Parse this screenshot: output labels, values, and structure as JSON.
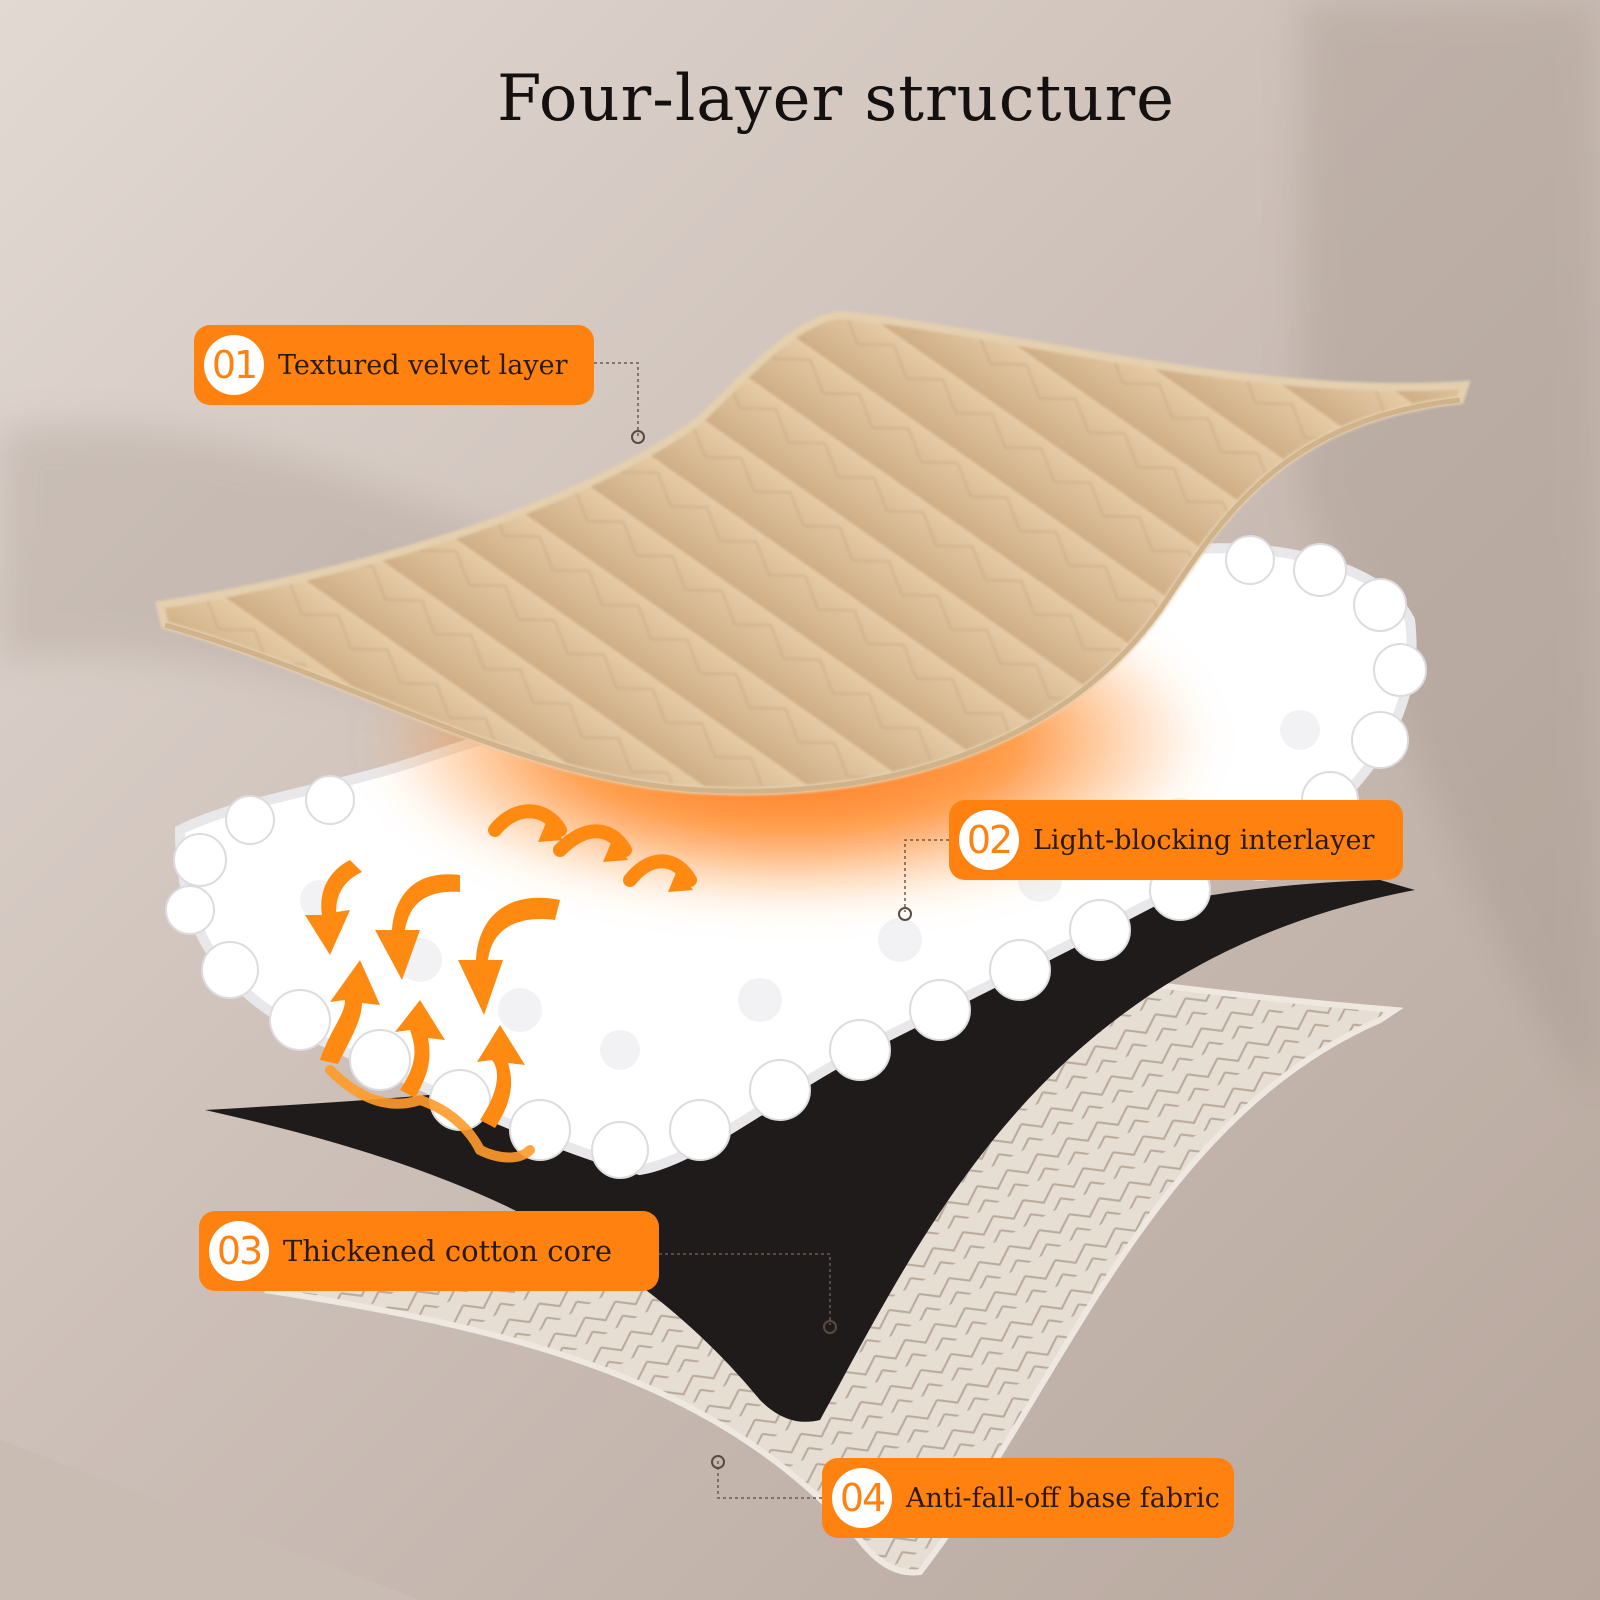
{
  "title": "Four-layer structure",
  "colors": {
    "accent": "#ff8210",
    "badge_text": "#ff8210",
    "label_text": "#2a1a0c",
    "velvet": "#dcbf99",
    "cotton": "#ffffff",
    "black_layer": "#1f1b1a",
    "base_fabric": "#e3d9cf"
  },
  "layers": [
    {
      "num": "01",
      "label": "Textured velvet layer"
    },
    {
      "num": "02",
      "label": "Light-blocking interlayer"
    },
    {
      "num": "03",
      "label": "Thickened cotton core"
    },
    {
      "num": "04",
      "label": "Anti-fall-off base fabric"
    }
  ],
  "icons": [
    "heat-arrow-icon"
  ]
}
